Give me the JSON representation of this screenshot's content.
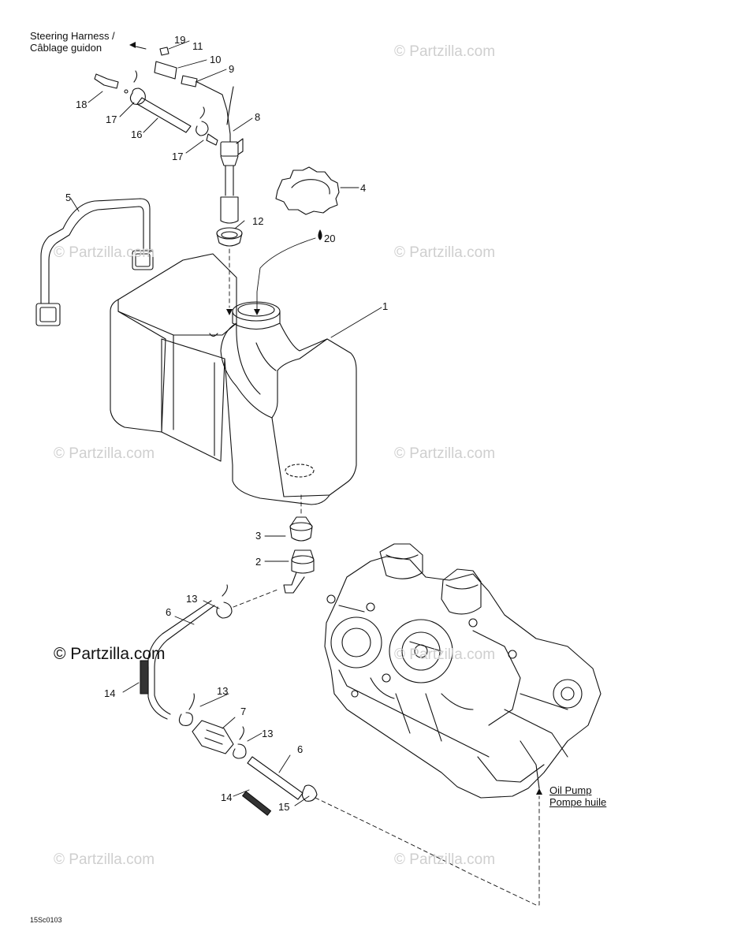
{
  "annotations": {
    "steering_harness_en": "Steering Harness /",
    "steering_harness_fr": "Câblage guidon",
    "oil_pump_en": "Oil Pump",
    "oil_pump_fr": "Pompe huile"
  },
  "watermark": {
    "text": "© Partzilla.com",
    "dark_text": "© Partzilla.com"
  },
  "diagram_code": "15Sc0103",
  "callouts": {
    "c1": "1",
    "c2": "2",
    "c3": "3",
    "c4": "4",
    "c5": "5",
    "c6a": "6",
    "c6b": "6",
    "c7": "7",
    "c8": "8",
    "c9": "9",
    "c10": "10",
    "c11": "11",
    "c12": "12",
    "c13a": "13",
    "c13b": "13",
    "c13c": "13",
    "c14a": "14",
    "c14b": "14",
    "c15": "15",
    "c16": "16",
    "c17a": "17",
    "c17b": "17",
    "c18": "18",
    "c19": "19",
    "c20": "20"
  },
  "colors": {
    "line": "#111111",
    "watermark": "#cfcfcf"
  }
}
